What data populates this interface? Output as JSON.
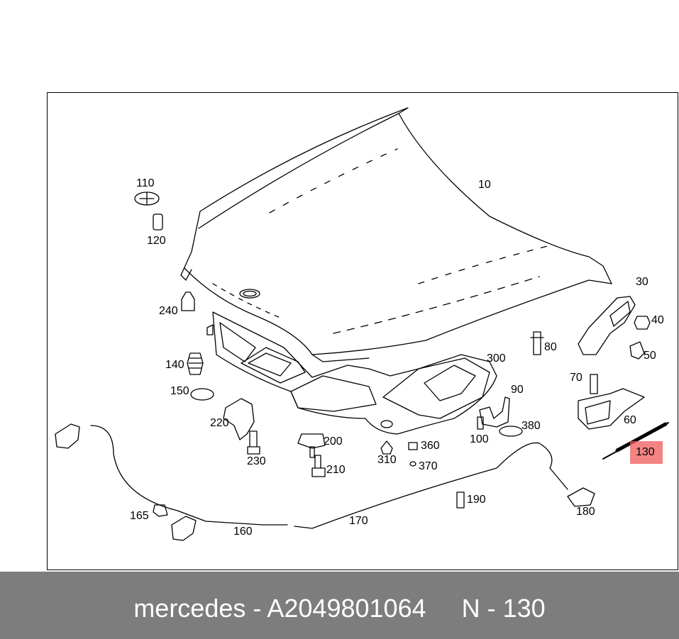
{
  "parts": {
    "p10": "10",
    "p30": "30",
    "p40": "40",
    "p50": "50",
    "p60": "60",
    "p70": "70",
    "p80": "80",
    "p90": "90",
    "p100": "100",
    "p110": "110",
    "p120": "120",
    "p130": "130",
    "p140": "140",
    "p150": "150",
    "p160": "160",
    "p165": "165",
    "p170": "170",
    "p180": "180",
    "p190": "190",
    "p200": "200",
    "p210": "210",
    "p220": "220",
    "p230": "230",
    "p240": "240",
    "p300": "300",
    "p310": "310",
    "p360": "360",
    "p370": "370",
    "p380": "380"
  },
  "highlight_color": "#f05a5a",
  "footer": {
    "brand": "mercedes",
    "part_number": "A2049801064",
    "position": "N - 130",
    "text": "mercedes - A2049801064     N - 130"
  }
}
